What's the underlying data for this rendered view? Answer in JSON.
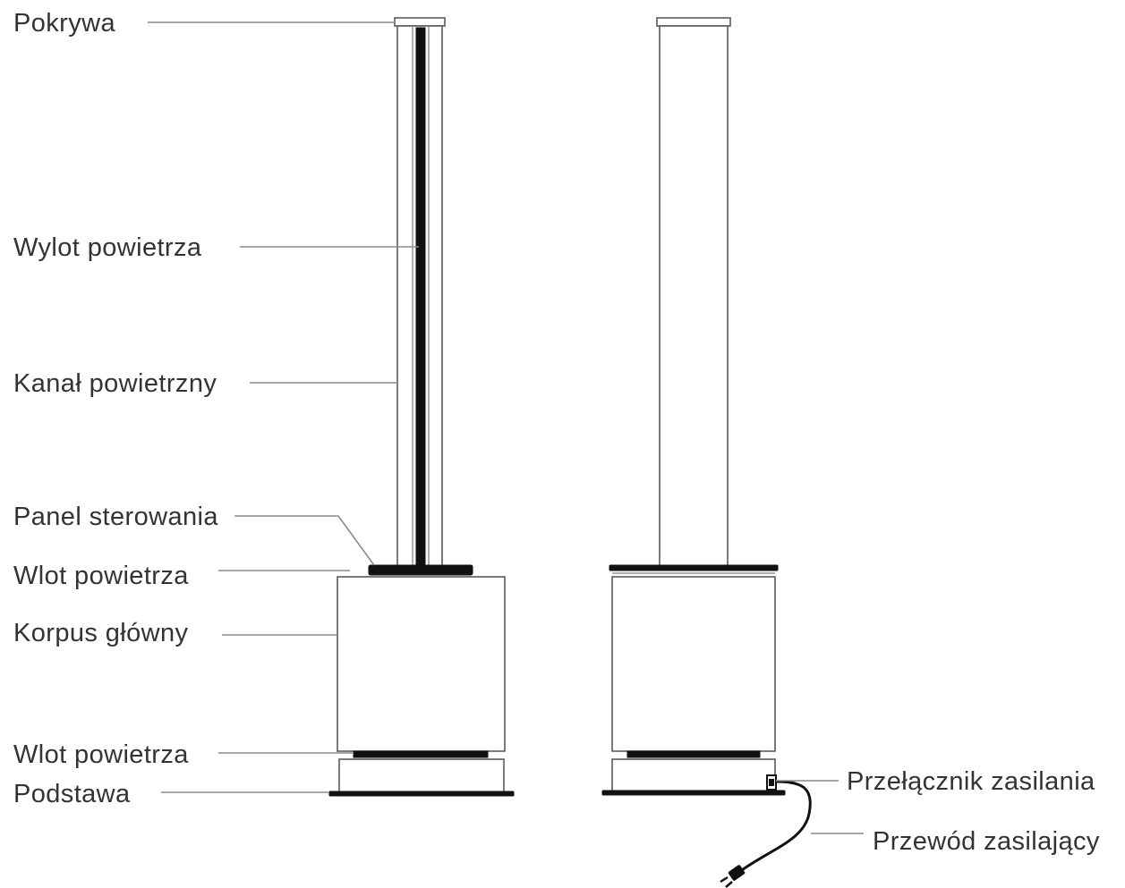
{
  "labels": {
    "cover": "Pokrywa",
    "air_outlet": "Wylot powietrza",
    "air_duct": "Kanał powietrzny",
    "control_panel": "Panel sterowania",
    "air_inlet_top": "Wlot powietrza",
    "main_body": "Korpus główny",
    "air_inlet_bottom": "Wlot powietrza",
    "base": "Podstawa",
    "power_switch": "Przełącznik zasilania",
    "power_cord": "Przewód zasilający"
  },
  "colors": {
    "text": "#333333",
    "leader_line": "#8a8a8a",
    "outline": "#5a5a5a",
    "dark_band": "#111111",
    "background": "#ffffff"
  }
}
